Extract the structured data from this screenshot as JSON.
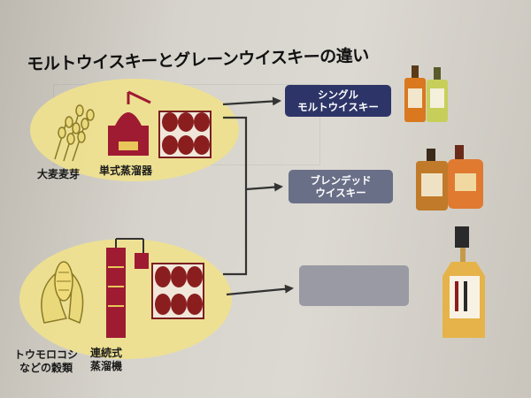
{
  "title": "モルトウイスキーとグレーンウイスキーの違い",
  "top_group": {
    "grain_label": "大麦麦芽",
    "still_label": "単式蒸溜器"
  },
  "bottom_group": {
    "grain_label_line1": "トウモロコシ",
    "grain_label_line2": "などの穀類",
    "still_label_line1": "連続式",
    "still_label_line2": "蒸溜機"
  },
  "outputs": [
    {
      "line1": "シングル",
      "line2": "モルトウイスキー"
    },
    {
      "line1": "ブレンデッド",
      "line2": "ウイスキー"
    },
    {
      "line1": "",
      "line2": ""
    }
  ],
  "colors": {
    "oval": "#eee08f",
    "still": "#9e1b32",
    "box_dark": "#2d3568",
    "box_mid": "#6a6f88",
    "box_light": "#9a9aa4"
  }
}
